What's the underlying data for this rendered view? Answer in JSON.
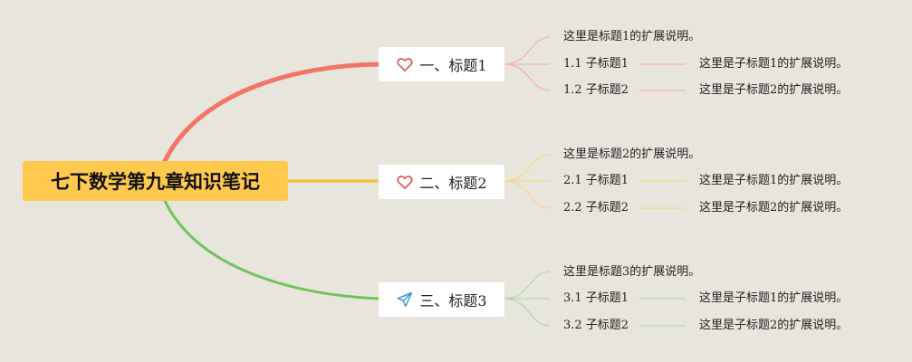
{
  "root": {
    "title": "七下数学第九章知识笔记"
  },
  "colors": {
    "branch1": "#f27566",
    "branch2": "#fbbd30",
    "branch3": "#71c25c",
    "background": "#e8e5dc",
    "root_fill": "#ffc94d"
  },
  "branches": [
    {
      "label": "一、标题1",
      "icon": "heart-icon",
      "description": "这里是标题1的扩展说明。",
      "subtopics": [
        {
          "label": "1.1 子标题1",
          "note": "这里是子标题1的扩展说明。"
        },
        {
          "label": "1.2 子标题2",
          "note": "这里是子标题2的扩展说明。"
        }
      ]
    },
    {
      "label": "二、标题2",
      "icon": "heart-icon",
      "description": "这里是标题2的扩展说明。",
      "subtopics": [
        {
          "label": "2.1 子标题1",
          "note": "这里是子标题1的扩展说明。"
        },
        {
          "label": "2.2 子标题2",
          "note": "这里是子标题2的扩展说明。"
        }
      ]
    },
    {
      "label": "三、标题3",
      "icon": "paper-plane-icon",
      "description": "这里是标题3的扩展说明。",
      "subtopics": [
        {
          "label": "3.1 子标题1",
          "note": "这里是子标题1的扩展说明。"
        },
        {
          "label": "3.2 子标题2",
          "note": "这里是子标题2的扩展说明。"
        }
      ]
    }
  ]
}
